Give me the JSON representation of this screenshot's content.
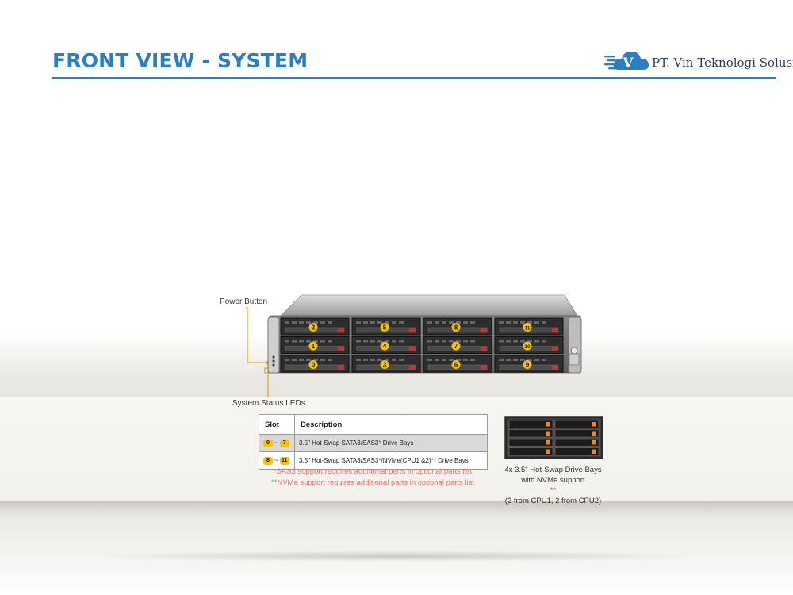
{
  "header": {
    "title": "FRONT VIEW - SYSTEM",
    "company": "PT. Vin Teknologi Solusi",
    "logo_letter": "V",
    "accent_color": "#2b7ec1"
  },
  "server": {
    "labels": {
      "power_button": "Power Button",
      "status_leds": "System Status LEDs"
    },
    "bays": {
      "row_top": [
        "2",
        "5",
        "8",
        "11"
      ],
      "row_middle": [
        "1",
        "4",
        "7",
        "10"
      ],
      "row_bottom": [
        "0",
        "3",
        "6",
        "9"
      ]
    }
  },
  "slot_table": {
    "headers": {
      "slot": "Slot",
      "description": "Description"
    },
    "rows": [
      {
        "slot_from": "0",
        "tilde": "~",
        "slot_to": "7",
        "desc_main": "3.5\" Hot-Swap SATA3/SAS3",
        "desc_mark": "*",
        "desc_tail": " Drive Bays"
      },
      {
        "slot_from": "8",
        "tilde": "~",
        "slot_to": "11",
        "desc_main": "3.5\" Hot-Swap SATA3/SAS3*/NVMe(CPU1 &2)",
        "desc_mark": "**",
        "desc_tail": " Drive Bays"
      }
    ]
  },
  "footnotes": {
    "sas3": "*SAS3 support requires additional parts in optional parts list",
    "nvme": "**NVMe support requires additional parts in optional parts list"
  },
  "nvme_note": {
    "line1": "4x 3.5\" Hot-Swap Drive Bays",
    "line2_text": "with NVMe support",
    "line2_mark": "**",
    "line3": "(2 from CPU1, 2 from CPU2)"
  },
  "colors": {
    "title_blue": "#2b7ec1",
    "slot_badge": "#f4c20d",
    "footnote_red": "#e8766c"
  }
}
